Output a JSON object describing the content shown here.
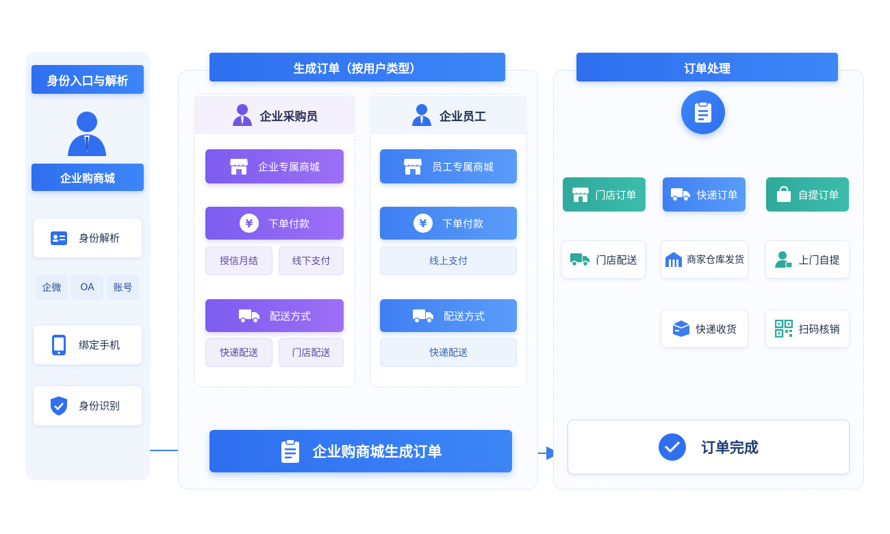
{
  "left": {
    "title": "身份入口与解析",
    "mall": "企业购商城",
    "identity_parse": "身份解析",
    "chips": [
      "企微",
      "OA",
      "账号"
    ],
    "bind_phone": "绑定手机",
    "identity_recognize": "身份识别"
  },
  "middle": {
    "title": "生成订单（按用户类型）",
    "buyer": {
      "role": "企业采购员",
      "mall": "企业专属商城",
      "pay": "下单付款",
      "pay_options": [
        "授信月结",
        "线下支付"
      ],
      "delivery": "配送方式",
      "delivery_options": [
        "快递配送",
        "门店配送"
      ]
    },
    "employee": {
      "role": "企业员工",
      "mall": "员工专属商城",
      "pay": "下单付款",
      "pay_options": [
        "线上支付"
      ],
      "delivery": "配送方式",
      "delivery_options": [
        "快递配送"
      ]
    },
    "generate": "企业购商城生成订单",
    "yen_symbol": "¥"
  },
  "right": {
    "title": "订单处理",
    "store_order": "门店订单",
    "express_order": "快递订单",
    "pickup_order": "自提订单",
    "store_delivery": "门店配送",
    "warehouse_ship": "商家仓库发货",
    "express_receive": "快递收货",
    "door_pickup": "上门自提",
    "scan_verify": "扫码核销",
    "complete": "订单完成"
  },
  "colors": {
    "primary_blue": "#2f6ff0",
    "purple": "#7c5cf0",
    "teal": "#2fa99b",
    "arrow_blue": "#3b7cf0"
  }
}
